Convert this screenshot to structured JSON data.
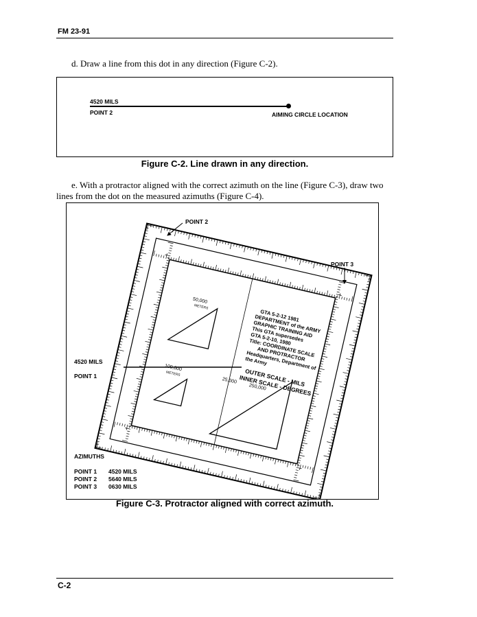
{
  "header": {
    "doc_id": "FM 23-91"
  },
  "para_d": "d.   Draw a line from this dot in any direction (Figure C-2).",
  "figure_c2": {
    "mils_label": "4520 MILS",
    "point_label": "POINT 2",
    "location_label": "AIMING CIRCLE LOCATION",
    "caption": "Figure C-2.  Line drawn in any direction."
  },
  "para_e_line1": "e.   With a protractor aligned with the correct azimuth on the line (Figure C-3), draw two",
  "para_e_line2": "lines from the dot on the measured azimuths (Figure C-4).",
  "figure_c3": {
    "point2_label": "POINT 2",
    "point3_label": "POINT 3",
    "mils_label": "4520 MILS",
    "point1_label": "POINT 1",
    "protractor_text": {
      "line1": "GTA 5-2-12 1981",
      "line2": "DEPARTMENT of the ARMY",
      "line3": "GRAPHIC TRAINING AID",
      "line4": "This GTA supersedes",
      "line5": "GTA 5-2-10, 1980",
      "line6": "Title: COORDINATE SCALE",
      "line7": "AND PROTRACTOR",
      "line8": "Headquarters, Department of",
      "line9": "the Army",
      "outer": "OUTER SCALE - MILS",
      "inner": "INNER SCALE - DEGREES",
      "scale_50": "50,000",
      "scale_100": "100,000",
      "scale_25": "25,000",
      "scale_250": "250,000",
      "meters": "METERS"
    },
    "azimuths": {
      "title": "AZIMUTHS",
      "rows": [
        {
          "point": "POINT 1",
          "value": "4520 MILS"
        },
        {
          "point": "POINT 2",
          "value": "5640 MILS"
        },
        {
          "point": "POINT 3",
          "value": "0630 MILS"
        }
      ]
    },
    "caption": "Figure C-3. Protractor aligned with correct azimuth."
  },
  "footer": {
    "page_number": "C-2"
  }
}
